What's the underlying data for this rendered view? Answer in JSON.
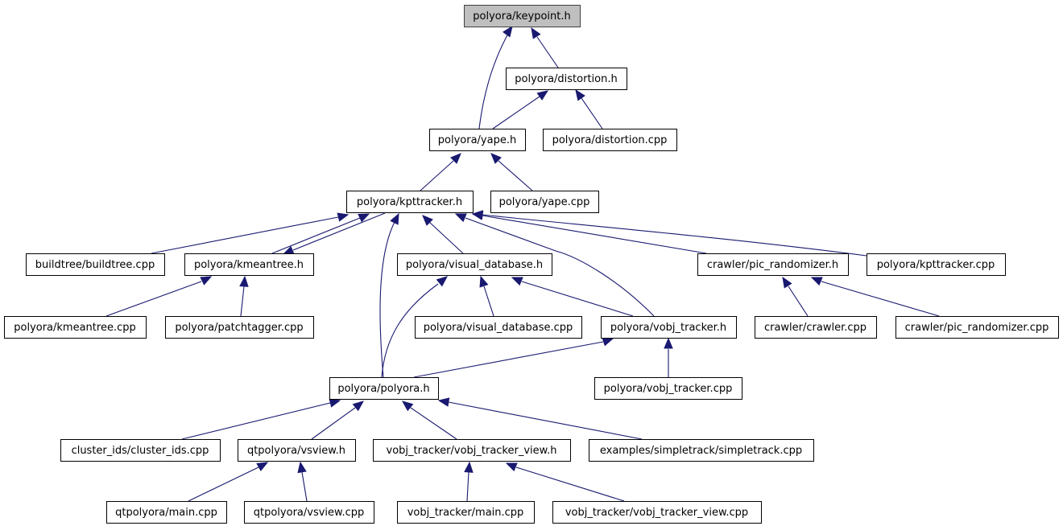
{
  "diagram": {
    "title": "Include dependency graph",
    "edge_color": "#191970",
    "root_fill": "#bfbfbf",
    "nodes": [
      {
        "id": "keypoint_h",
        "label": "polyora/keypoint.h",
        "root": true
      },
      {
        "id": "distortion_h",
        "label": "polyora/distortion.h"
      },
      {
        "id": "yape_h",
        "label": "polyora/yape.h"
      },
      {
        "id": "distortion_cpp",
        "label": "polyora/distortion.cpp"
      },
      {
        "id": "kpttracker_h",
        "label": "polyora/kpttracker.h"
      },
      {
        "id": "yape_cpp",
        "label": "polyora/yape.cpp"
      },
      {
        "id": "buildtree_cpp",
        "label": "buildtree/buildtree.cpp"
      },
      {
        "id": "kmeantree_h",
        "label": "polyora/kmeantree.h"
      },
      {
        "id": "visual_database_h",
        "label": "polyora/visual_database.h"
      },
      {
        "id": "pic_randomizer_h",
        "label": "crawler/pic_randomizer.h"
      },
      {
        "id": "kpttracker_cpp",
        "label": "polyora/kpttracker.cpp"
      },
      {
        "id": "kmeantree_cpp",
        "label": "polyora/kmeantree.cpp"
      },
      {
        "id": "patchtagger_cpp",
        "label": "polyora/patchtagger.cpp"
      },
      {
        "id": "visual_database_cpp",
        "label": "polyora/visual_database.cpp"
      },
      {
        "id": "vobj_tracker_h",
        "label": "polyora/vobj_tracker.h"
      },
      {
        "id": "crawler_cpp",
        "label": "crawler/crawler.cpp"
      },
      {
        "id": "pic_randomizer_cpp",
        "label": "crawler/pic_randomizer.cpp"
      },
      {
        "id": "polyora_h",
        "label": "polyora/polyora.h"
      },
      {
        "id": "vobj_tracker_cpp",
        "label": "polyora/vobj_tracker.cpp"
      },
      {
        "id": "cluster_ids_cpp",
        "label": "cluster_ids/cluster_ids.cpp"
      },
      {
        "id": "vsview_h",
        "label": "qtpolyora/vsview.h"
      },
      {
        "id": "vobj_tracker_view_h",
        "label": "vobj_tracker/vobj_tracker_view.h"
      },
      {
        "id": "simpletrack_cpp",
        "label": "examples/simpletrack/simpletrack.cpp"
      },
      {
        "id": "qt_main_cpp",
        "label": "qtpolyora/main.cpp"
      },
      {
        "id": "vsview_cpp",
        "label": "qtpolyora/vsview.cpp"
      },
      {
        "id": "vt_main_cpp",
        "label": "vobj_tracker/main.cpp"
      },
      {
        "id": "vobj_tracker_view_cpp",
        "label": "vobj_tracker/vobj_tracker_view.cpp"
      }
    ],
    "edges": [
      {
        "from": "yape_h",
        "to": "keypoint_h"
      },
      {
        "from": "distortion_h",
        "to": "keypoint_h"
      },
      {
        "from": "yape_h",
        "to": "distortion_h"
      },
      {
        "from": "distortion_cpp",
        "to": "distortion_h"
      },
      {
        "from": "kpttracker_h",
        "to": "yape_h"
      },
      {
        "from": "yape_cpp",
        "to": "yape_h"
      },
      {
        "from": "buildtree_cpp",
        "to": "kpttracker_h"
      },
      {
        "from": "kmeantree_h",
        "to": "kpttracker_h"
      },
      {
        "from": "kpttracker_h",
        "to": "kmeantree_h"
      },
      {
        "from": "polyora_h",
        "to": "kpttracker_h"
      },
      {
        "from": "visual_database_h",
        "to": "kpttracker_h"
      },
      {
        "from": "vobj_tracker_h",
        "to": "kpttracker_h"
      },
      {
        "from": "pic_randomizer_h",
        "to": "kpttracker_h"
      },
      {
        "from": "kpttracker_cpp",
        "to": "kpttracker_h"
      },
      {
        "from": "kmeantree_cpp",
        "to": "kmeantree_h"
      },
      {
        "from": "patchtagger_cpp",
        "to": "kmeantree_h"
      },
      {
        "from": "polyora_h",
        "to": "visual_database_h"
      },
      {
        "from": "visual_database_cpp",
        "to": "visual_database_h"
      },
      {
        "from": "vobj_tracker_h",
        "to": "visual_database_h"
      },
      {
        "from": "crawler_cpp",
        "to": "pic_randomizer_h"
      },
      {
        "from": "pic_randomizer_cpp",
        "to": "pic_randomizer_h"
      },
      {
        "from": "polyora_h",
        "to": "vobj_tracker_h"
      },
      {
        "from": "vobj_tracker_cpp",
        "to": "vobj_tracker_h"
      },
      {
        "from": "cluster_ids_cpp",
        "to": "polyora_h"
      },
      {
        "from": "vsview_h",
        "to": "polyora_h"
      },
      {
        "from": "vobj_tracker_view_h",
        "to": "polyora_h"
      },
      {
        "from": "simpletrack_cpp",
        "to": "polyora_h"
      },
      {
        "from": "qt_main_cpp",
        "to": "vsview_h"
      },
      {
        "from": "vsview_cpp",
        "to": "vsview_h"
      },
      {
        "from": "vt_main_cpp",
        "to": "vobj_tracker_view_h"
      },
      {
        "from": "vobj_tracker_view_cpp",
        "to": "vobj_tracker_view_h"
      }
    ]
  }
}
